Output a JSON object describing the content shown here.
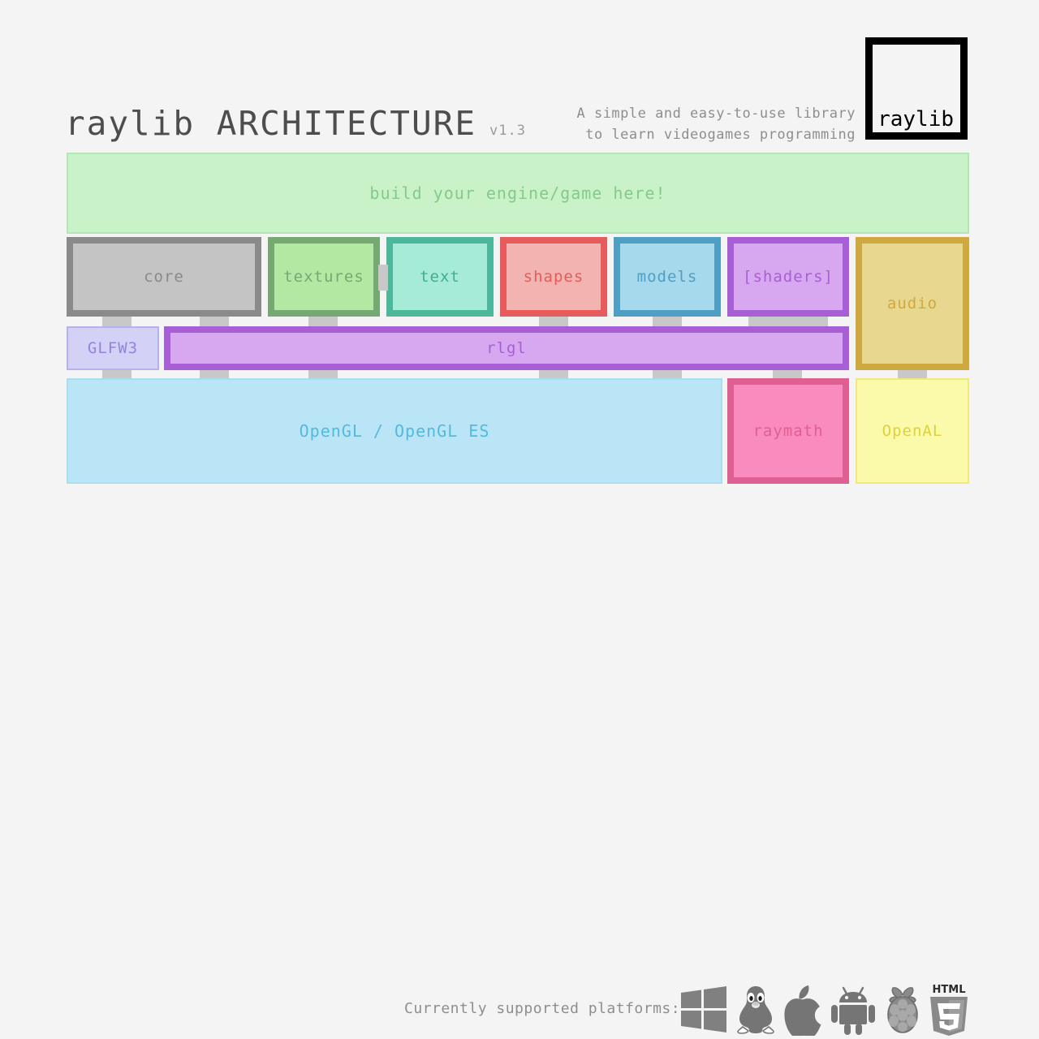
{
  "header": {
    "title": "raylib ARCHITECTURE",
    "version": "v1.3",
    "tagline_line1": "A simple and easy-to-use library",
    "tagline_line2": "to learn videogames programming",
    "logo_text": "raylib"
  },
  "colors": {
    "background": "#f4f4f4",
    "title": "#4d4d4d",
    "tagline": "#8e8e8e",
    "logo_border": "#000000",
    "connector_tab": "#c8c8c8",
    "userband_border": "#b4e6b4",
    "userband_fill": "#c9f2c9",
    "userband_text": "#86c98c"
  },
  "userband": {
    "label": "build your engine/game here!"
  },
  "modules": {
    "core": {
      "label": "core",
      "border": "#8a8a8a",
      "fill": "#c4c4c4",
      "text": "#8a8a8a"
    },
    "textures": {
      "label": "textures",
      "border": "#76a874",
      "fill": "#b3e8a3",
      "text": "#76a874"
    },
    "text": {
      "label": "text",
      "border": "#4cb79b",
      "fill": "#a6ead8",
      "text": "#3fae93"
    },
    "shapes": {
      "label": "shapes",
      "border": "#e65c5c",
      "fill": "#f2b4b0",
      "text": "#e65c5c"
    },
    "models": {
      "label": "models",
      "border": "#4f9ec4",
      "fill": "#a6d9ec",
      "text": "#4f9ec4"
    },
    "shaders": {
      "label": "[shaders]",
      "border": "#a85fd6",
      "fill": "#d7a8f0",
      "text": "#a85fd6"
    },
    "audio": {
      "label": "audio",
      "border": "#cfa940",
      "fill": "#e8d88f",
      "text": "#cfa940"
    }
  },
  "middle": {
    "glfw": {
      "label": "GLFW3",
      "border": "#b5b1ec",
      "fill": "#d3d1f5",
      "text": "#8b87e0"
    },
    "rlgl": {
      "label": "rlgl",
      "border": "#a85fd6",
      "fill": "#d7a8f0",
      "text": "#a85fd6"
    }
  },
  "bottom": {
    "opengl": {
      "label": "OpenGL / OpenGL ES",
      "border": "#a8def2",
      "fill": "#bae5f7",
      "text": "#53b9dd"
    },
    "raymath": {
      "label": "raymath",
      "border": "#e05f92",
      "fill": "#f98bbe",
      "text": "#e05f92"
    },
    "openal": {
      "label": "OpenAL",
      "border": "#f2e87a",
      "fill": "#fbfaaa",
      "text": "#ded13f"
    }
  },
  "footer": {
    "label": "Currently supported platforms:",
    "platforms": [
      {
        "name": "windows-icon",
        "title": "Windows"
      },
      {
        "name": "linux-icon",
        "title": "Linux"
      },
      {
        "name": "apple-icon",
        "title": "macOS"
      },
      {
        "name": "android-icon",
        "title": "Android"
      },
      {
        "name": "raspberry-pi-icon",
        "title": "Raspberry Pi"
      },
      {
        "name": "html5-icon",
        "title": "HTML5"
      }
    ],
    "html5_word": "HTML",
    "html5_number": "5"
  }
}
